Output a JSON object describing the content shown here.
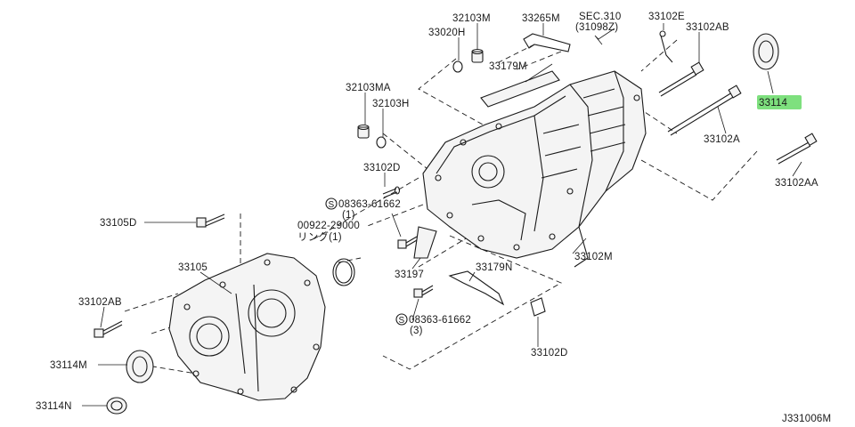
{
  "labels": {
    "p32103M": "32103M",
    "p33265M": "33265M",
    "sec310a": "SEC.310",
    "sec310b": "(31098Z)",
    "p33102E": "33102E",
    "p33102AB_top": "33102AB",
    "p33020H": "33020H",
    "p33179M": "33179M",
    "p33114": "33114",
    "p32103MA": "32103MA",
    "p32103H": "32103H",
    "p33102A": "33102A",
    "p33102D_top": "33102D",
    "p33102AA": "33102AA",
    "screw1a": "08363-61662",
    "screw1b": "(1)",
    "p33105D": "33105D",
    "ring_a": "00922-29000",
    "ring_b": "リング(1)",
    "p33105": "33105",
    "p33197": "33197",
    "p33179N": "33179N",
    "p33102M": "33102M",
    "p33102AB_left": "33102AB",
    "screw2a": "08363-61662",
    "screw2b": "(3)",
    "p33114M": "33114M",
    "p33102D_bottom": "33102D",
    "p33114N": "33114N",
    "ref": "J331006M"
  },
  "colors": {
    "highlight": "#7ee07e",
    "ink": "#1a1a1a"
  }
}
